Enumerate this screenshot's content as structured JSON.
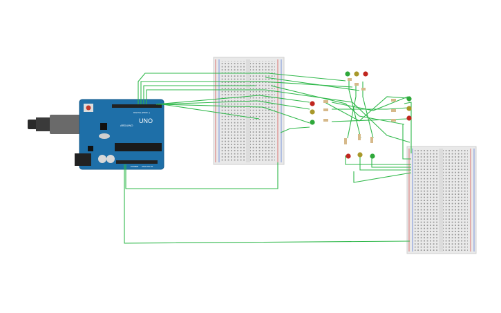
{
  "arduino": {
    "model_label": "UNO",
    "brand_label": "ARDUINO",
    "header_label_digital": "DIGITAL (PWM ~)",
    "header_label_power": "POWER",
    "header_label_analog": "ANALOG IN",
    "board_color": "#1e6fa8",
    "usb_color": "#6a6a6a"
  },
  "breadboards": [
    {
      "name": "breadboard-1"
    },
    {
      "name": "breadboard-2"
    }
  ],
  "leds": {
    "top_group": [
      "green",
      "yellow",
      "red"
    ],
    "middle_left_group": [
      "red",
      "yellow",
      "green"
    ],
    "right_group": [
      "green",
      "yellow",
      "red"
    ],
    "bottom_group": [
      "red",
      "yellow",
      "green"
    ]
  },
  "colors": {
    "wire": "#2fb84a",
    "breadboard": "#e9e9e9",
    "rail_red": "#d9534f",
    "rail_blue": "#5b7bd8",
    "led_red": "#c0261f",
    "led_yellow": "#a8982a",
    "led_green": "#2fa83a",
    "resistor": "#d6b98a"
  }
}
